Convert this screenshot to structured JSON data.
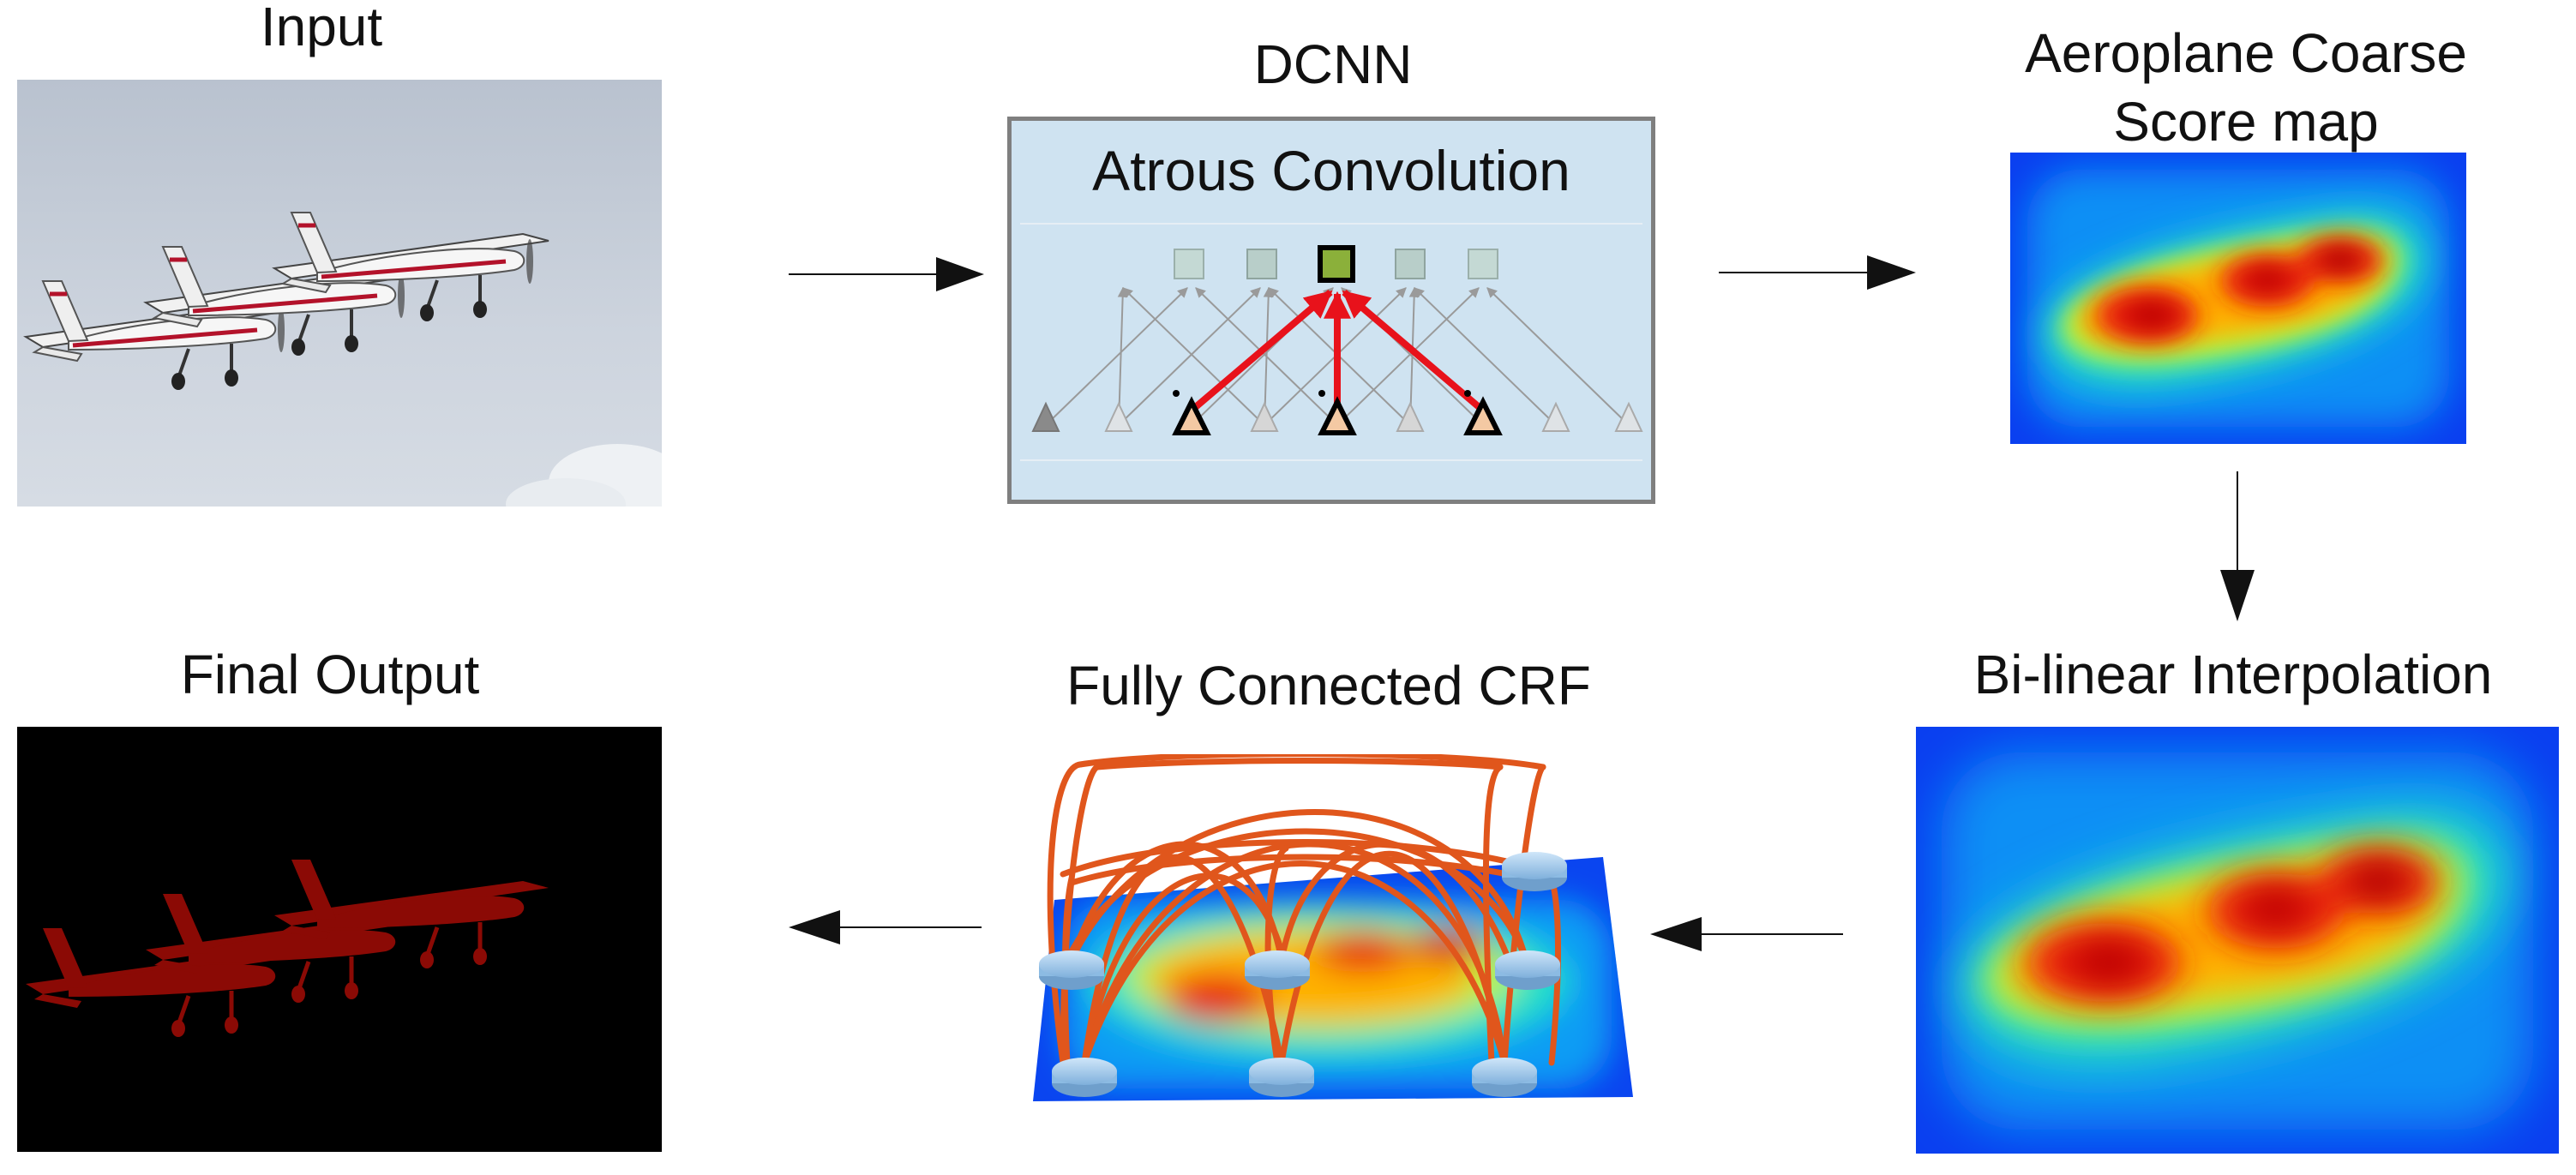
{
  "title": "",
  "stages": {
    "input": {
      "label": "Input"
    },
    "dcnn": {
      "label": "DCNN",
      "box_title": "Atrous Convolution"
    },
    "score_map": {
      "label_line1": "Aeroplane Coarse",
      "label_line2": "Score map"
    },
    "interpolation": {
      "label": "Bi-linear Interpolation"
    },
    "crf": {
      "label": "Fully Connected CRF"
    },
    "output": {
      "label": "Final Output"
    }
  },
  "flow": [
    "Input",
    "DCNN",
    "Aeroplane Coarse Score map",
    "Bi-linear Interpolation",
    "Fully Connected CRF",
    "Final Output"
  ],
  "colors": {
    "sky": "#c9d1dc",
    "dcnn_box_fill": "#cfe3f1",
    "dcnn_box_border": "#7f7f7f",
    "active_edge": "#e8121b",
    "active_node": "#8bb03a",
    "input_tri": "#f4c9a3",
    "crf_edges": "#e0561c",
    "crf_nodes": "#a9cfee",
    "mask": "#8b0a05",
    "arrow": "#111111"
  },
  "icons": [
    "airplane-icon",
    "square-node-icon",
    "triangle-node-icon",
    "disk-node-icon"
  ]
}
